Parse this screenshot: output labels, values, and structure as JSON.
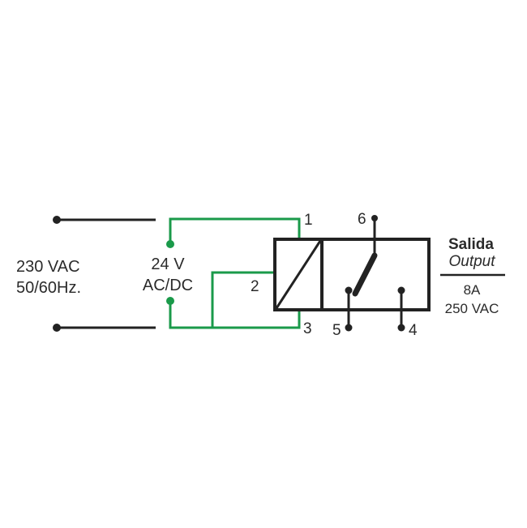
{
  "mains": {
    "voltage": "230 VAC",
    "frequency": "50/60Hz."
  },
  "supply": {
    "voltage": "24 V",
    "type": "AC/DC"
  },
  "terminals": {
    "t1": "1",
    "t2": "2",
    "t3": "3",
    "t4": "4",
    "t5": "5",
    "t6": "6"
  },
  "output": {
    "title": "Salida",
    "subtitle": "Output",
    "current": "8A",
    "voltage": "250 VAC"
  },
  "colors": {
    "wire_black": "#222222",
    "wire_green": "#1a9a4a",
    "background": "#ffffff"
  }
}
